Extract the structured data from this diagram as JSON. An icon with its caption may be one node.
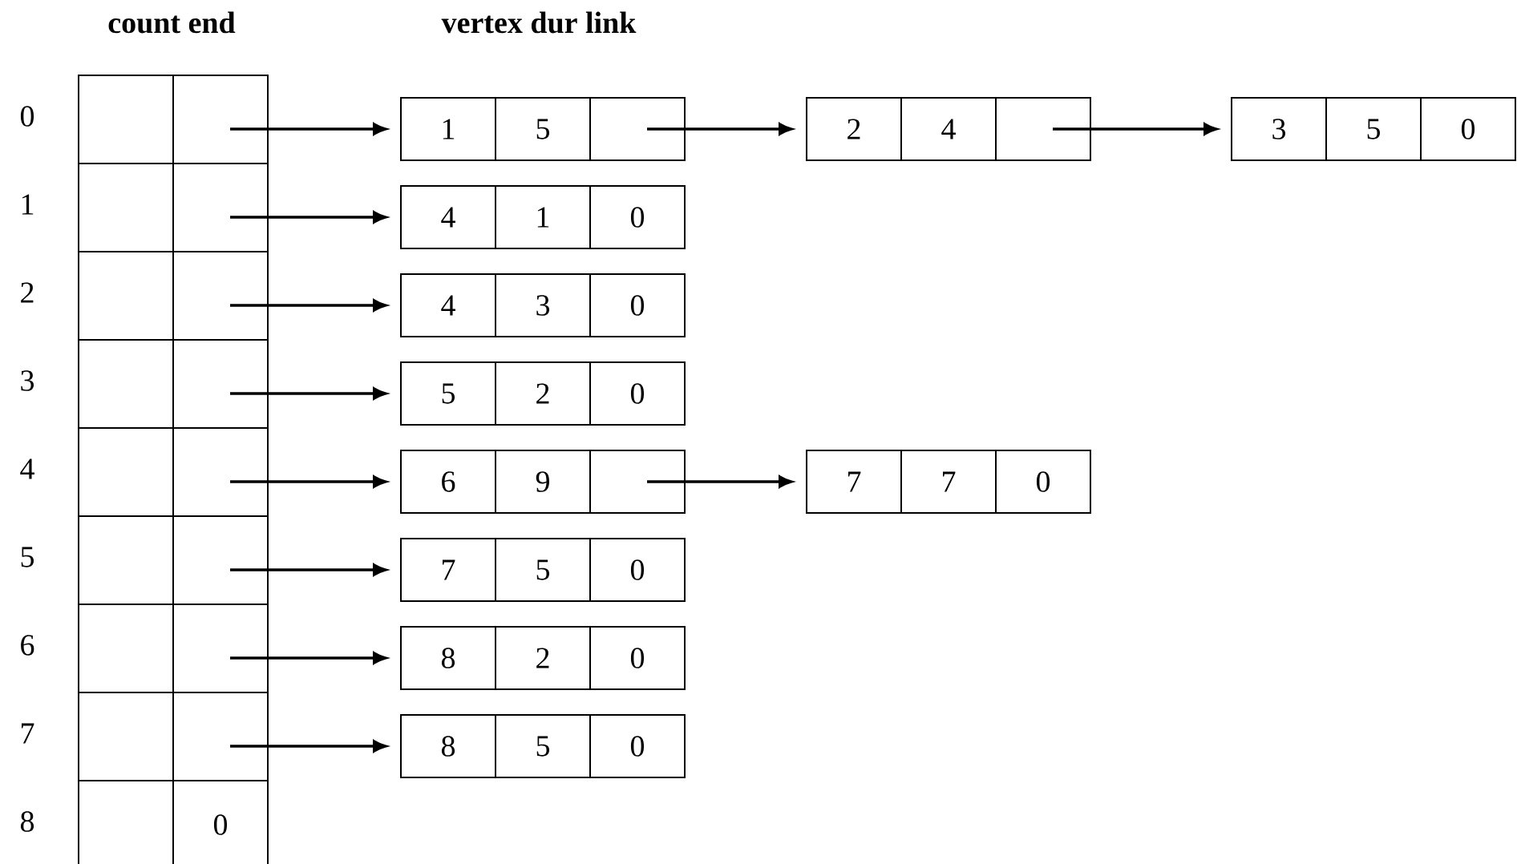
{
  "diagram": {
    "nodes": [
      {
        "text": [],
        "shape": "box"
      },
      {
        "text": [],
        "shape": "box"
      },
      {
        "text": [
          "1"
        ]
      },
      {
        "text": [
          "5"
        ]
      },
      {
        "text": [],
        "shape": "box"
      },
      {
        "text": [
          "2"
        ]
      },
      {
        "text": [
          "4"
        ]
      },
      {
        "text": [],
        "shape": "box"
      },
      {
        "text": [
          "3"
        ]
      },
      {
        "text": [
          "5"
        ]
      },
      {
        "text": [
          "0"
        ]
      },
      {
        "text": [],
        "shape": "box"
      },
      {
        "text": [],
        "shape": "box"
      },
      {
        "text": [
          "4"
        ]
      },
      {
        "text": [
          "1"
        ]
      },
      {
        "text": [
          "0"
        ]
      },
      {
        "text": [],
        "shape": "box"
      },
      {
        "text": [],
        "shape": "box"
      },
      {
        "text": [
          "4"
        ]
      },
      {
        "text": [
          "3"
        ]
      },
      {
        "text": [
          "0"
        ]
      },
      {
        "text": [],
        "shape": "box"
      },
      {
        "text": [],
        "shape": "box"
      },
      {
        "text": [
          "5"
        ]
      },
      {
        "text": [
          "2"
        ]
      },
      {
        "text": [
          "0"
        ]
      },
      {
        "text": [],
        "shape": "box"
      },
      {
        "text": [],
        "shape": "box"
      },
      {
        "text": [
          "6"
        ]
      },
      {
        "text": [
          "9"
        ]
      },
      {
        "text": [],
        "shape": "box"
      },
      {
        "text": [
          "7"
        ]
      },
      {
        "text": [
          "7"
        ]
      },
      {
        "text": [
          "0"
        ]
      },
      {
        "text": [],
        "shape": "box"
      },
      {
        "text": [],
        "shape": "box"
      },
      {
        "text": [
          "7"
        ]
      },
      {
        "text": [
          "5"
        ]
      },
      {
        "text": [
          "0"
        ]
      },
      {
        "text": [],
        "shape": "box"
      },
      {
        "text": [],
        "shape": "box"
      },
      {
        "text": [
          "8"
        ]
      },
      {
        "text": [
          "2"
        ]
      },
      {
        "text": [
          "0"
        ]
      },
      {
        "text": [],
        "shape": "box"
      },
      {
        "text": [],
        "shape": "box"
      },
      {
        "text": [
          "8"
        ]
      },
      {
        "text": [
          "5"
        ]
      },
      {
        "text": [
          "0"
        ]
      },
      {
        "text": [],
        "shape": "box"
      },
      {
        "text": [
          "0"
        ]
      }
    ],
    "edges": [
      {
        "from": 1,
        "to": 2,
        "arrow": "to"
      },
      {
        "from": 4,
        "to": 5,
        "arrow": "to"
      },
      {
        "from": 7,
        "to": 8,
        "arrow": "to"
      },
      {
        "from": 12,
        "to": 13,
        "arrow": "to"
      },
      {
        "from": 17,
        "to": 18,
        "arrow": "to"
      },
      {
        "from": 22,
        "to": 23,
        "arrow": "to"
      },
      {
        "from": 27,
        "to": 28,
        "arrow": "to"
      },
      {
        "from": 30,
        "to": 31,
        "arrow": "to"
      },
      {
        "from": 35,
        "to": 36,
        "arrow": "to"
      },
      {
        "from": 40,
        "to": 41,
        "arrow": "to"
      },
      {
        "from": 45,
        "to": 46,
        "arrow": "to"
      }
    ],
    "labels": [
      "count end",
      "vertex dur link",
      "0",
      "1",
      "2",
      "3",
      "4",
      "5",
      "6",
      "7",
      "8"
    ]
  }
}
